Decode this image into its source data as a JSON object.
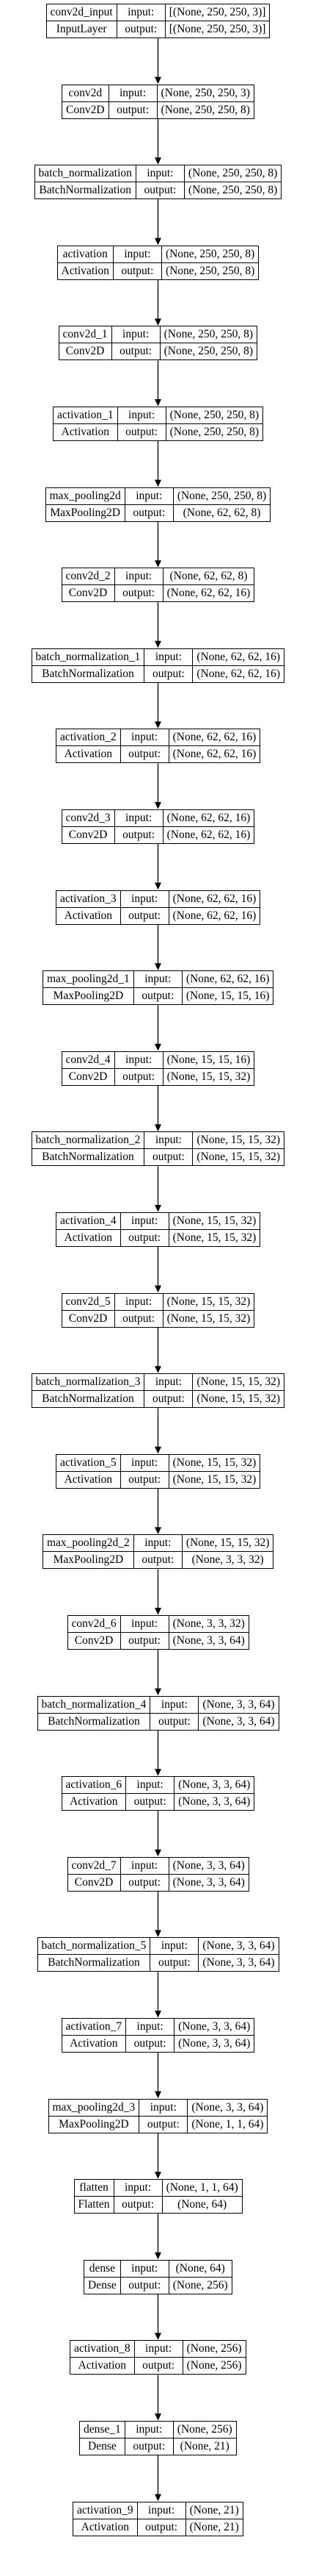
{
  "layers": [
    {
      "name": "conv2d_input",
      "type": "InputLayer",
      "input": "[(None, 250, 250, 3)]",
      "output": "[(None, 250, 250, 3)]"
    },
    {
      "name": "conv2d",
      "type": "Conv2D",
      "input": "(None, 250, 250, 3)",
      "output": "(None, 250, 250, 8)"
    },
    {
      "name": "batch_normalization",
      "type": "BatchNormalization",
      "input": "(None, 250, 250, 8)",
      "output": "(None, 250, 250, 8)"
    },
    {
      "name": "activation",
      "type": "Activation",
      "input": "(None, 250, 250, 8)",
      "output": "(None, 250, 250, 8)"
    },
    {
      "name": "conv2d_1",
      "type": "Conv2D",
      "input": "(None, 250, 250, 8)",
      "output": "(None, 250, 250, 8)"
    },
    {
      "name": "activation_1",
      "type": "Activation",
      "input": "(None, 250, 250, 8)",
      "output": "(None, 250, 250, 8)"
    },
    {
      "name": "max_pooling2d",
      "type": "MaxPooling2D",
      "input": "(None, 250, 250, 8)",
      "output": "(None, 62, 62, 8)"
    },
    {
      "name": "conv2d_2",
      "type": "Conv2D",
      "input": "(None, 62, 62, 8)",
      "output": "(None, 62, 62, 16)"
    },
    {
      "name": "batch_normalization_1",
      "type": "BatchNormalization",
      "input": "(None, 62, 62, 16)",
      "output": "(None, 62, 62, 16)"
    },
    {
      "name": "activation_2",
      "type": "Activation",
      "input": "(None, 62, 62, 16)",
      "output": "(None, 62, 62, 16)"
    },
    {
      "name": "conv2d_3",
      "type": "Conv2D",
      "input": "(None, 62, 62, 16)",
      "output": "(None, 62, 62, 16)"
    },
    {
      "name": "activation_3",
      "type": "Activation",
      "input": "(None, 62, 62, 16)",
      "output": "(None, 62, 62, 16)"
    },
    {
      "name": "max_pooling2d_1",
      "type": "MaxPooling2D",
      "input": "(None, 62, 62, 16)",
      "output": "(None, 15, 15, 16)"
    },
    {
      "name": "conv2d_4",
      "type": "Conv2D",
      "input": "(None, 15, 15, 16)",
      "output": "(None, 15, 15, 32)"
    },
    {
      "name": "batch_normalization_2",
      "type": "BatchNormalization",
      "input": "(None, 15, 15, 32)",
      "output": "(None, 15, 15, 32)"
    },
    {
      "name": "activation_4",
      "type": "Activation",
      "input": "(None, 15, 15, 32)",
      "output": "(None, 15, 15, 32)"
    },
    {
      "name": "conv2d_5",
      "type": "Conv2D",
      "input": "(None, 15, 15, 32)",
      "output": "(None, 15, 15, 32)"
    },
    {
      "name": "batch_normalization_3",
      "type": "BatchNormalization",
      "input": "(None, 15, 15, 32)",
      "output": "(None, 15, 15, 32)"
    },
    {
      "name": "activation_5",
      "type": "Activation",
      "input": "(None, 15, 15, 32)",
      "output": "(None, 15, 15, 32)"
    },
    {
      "name": "max_pooling2d_2",
      "type": "MaxPooling2D",
      "input": "(None, 15, 15, 32)",
      "output": "(None, 3, 3, 32)"
    },
    {
      "name": "conv2d_6",
      "type": "Conv2D",
      "input": "(None, 3, 3, 32)",
      "output": "(None, 3, 3, 64)"
    },
    {
      "name": "batch_normalization_4",
      "type": "BatchNormalization",
      "input": "(None, 3, 3, 64)",
      "output": "(None, 3, 3, 64)"
    },
    {
      "name": "activation_6",
      "type": "Activation",
      "input": "(None, 3, 3, 64)",
      "output": "(None, 3, 3, 64)"
    },
    {
      "name": "conv2d_7",
      "type": "Conv2D",
      "input": "(None, 3, 3, 64)",
      "output": "(None, 3, 3, 64)"
    },
    {
      "name": "batch_normalization_5",
      "type": "BatchNormalization",
      "input": "(None, 3, 3, 64)",
      "output": "(None, 3, 3, 64)"
    },
    {
      "name": "activation_7",
      "type": "Activation",
      "input": "(None, 3, 3, 64)",
      "output": "(None, 3, 3, 64)"
    },
    {
      "name": "max_pooling2d_3",
      "type": "MaxPooling2D",
      "input": "(None, 3, 3, 64)",
      "output": "(None, 1, 1, 64)"
    },
    {
      "name": "flatten",
      "type": "Flatten",
      "input": "(None, 1, 1, 64)",
      "output": "(None, 64)"
    },
    {
      "name": "dense",
      "type": "Dense",
      "input": "(None, 64)",
      "output": "(None, 256)"
    },
    {
      "name": "activation_8",
      "type": "Activation",
      "input": "(None, 256)",
      "output": "(None, 256)"
    },
    {
      "name": "dense_1",
      "type": "Dense",
      "input": "(None, 256)",
      "output": "(None, 21)"
    },
    {
      "name": "activation_9",
      "type": "Activation",
      "input": "(None, 21)",
      "output": "(None, 21)"
    }
  ],
  "port_labels": {
    "input": "input:",
    "output": "output:"
  }
}
